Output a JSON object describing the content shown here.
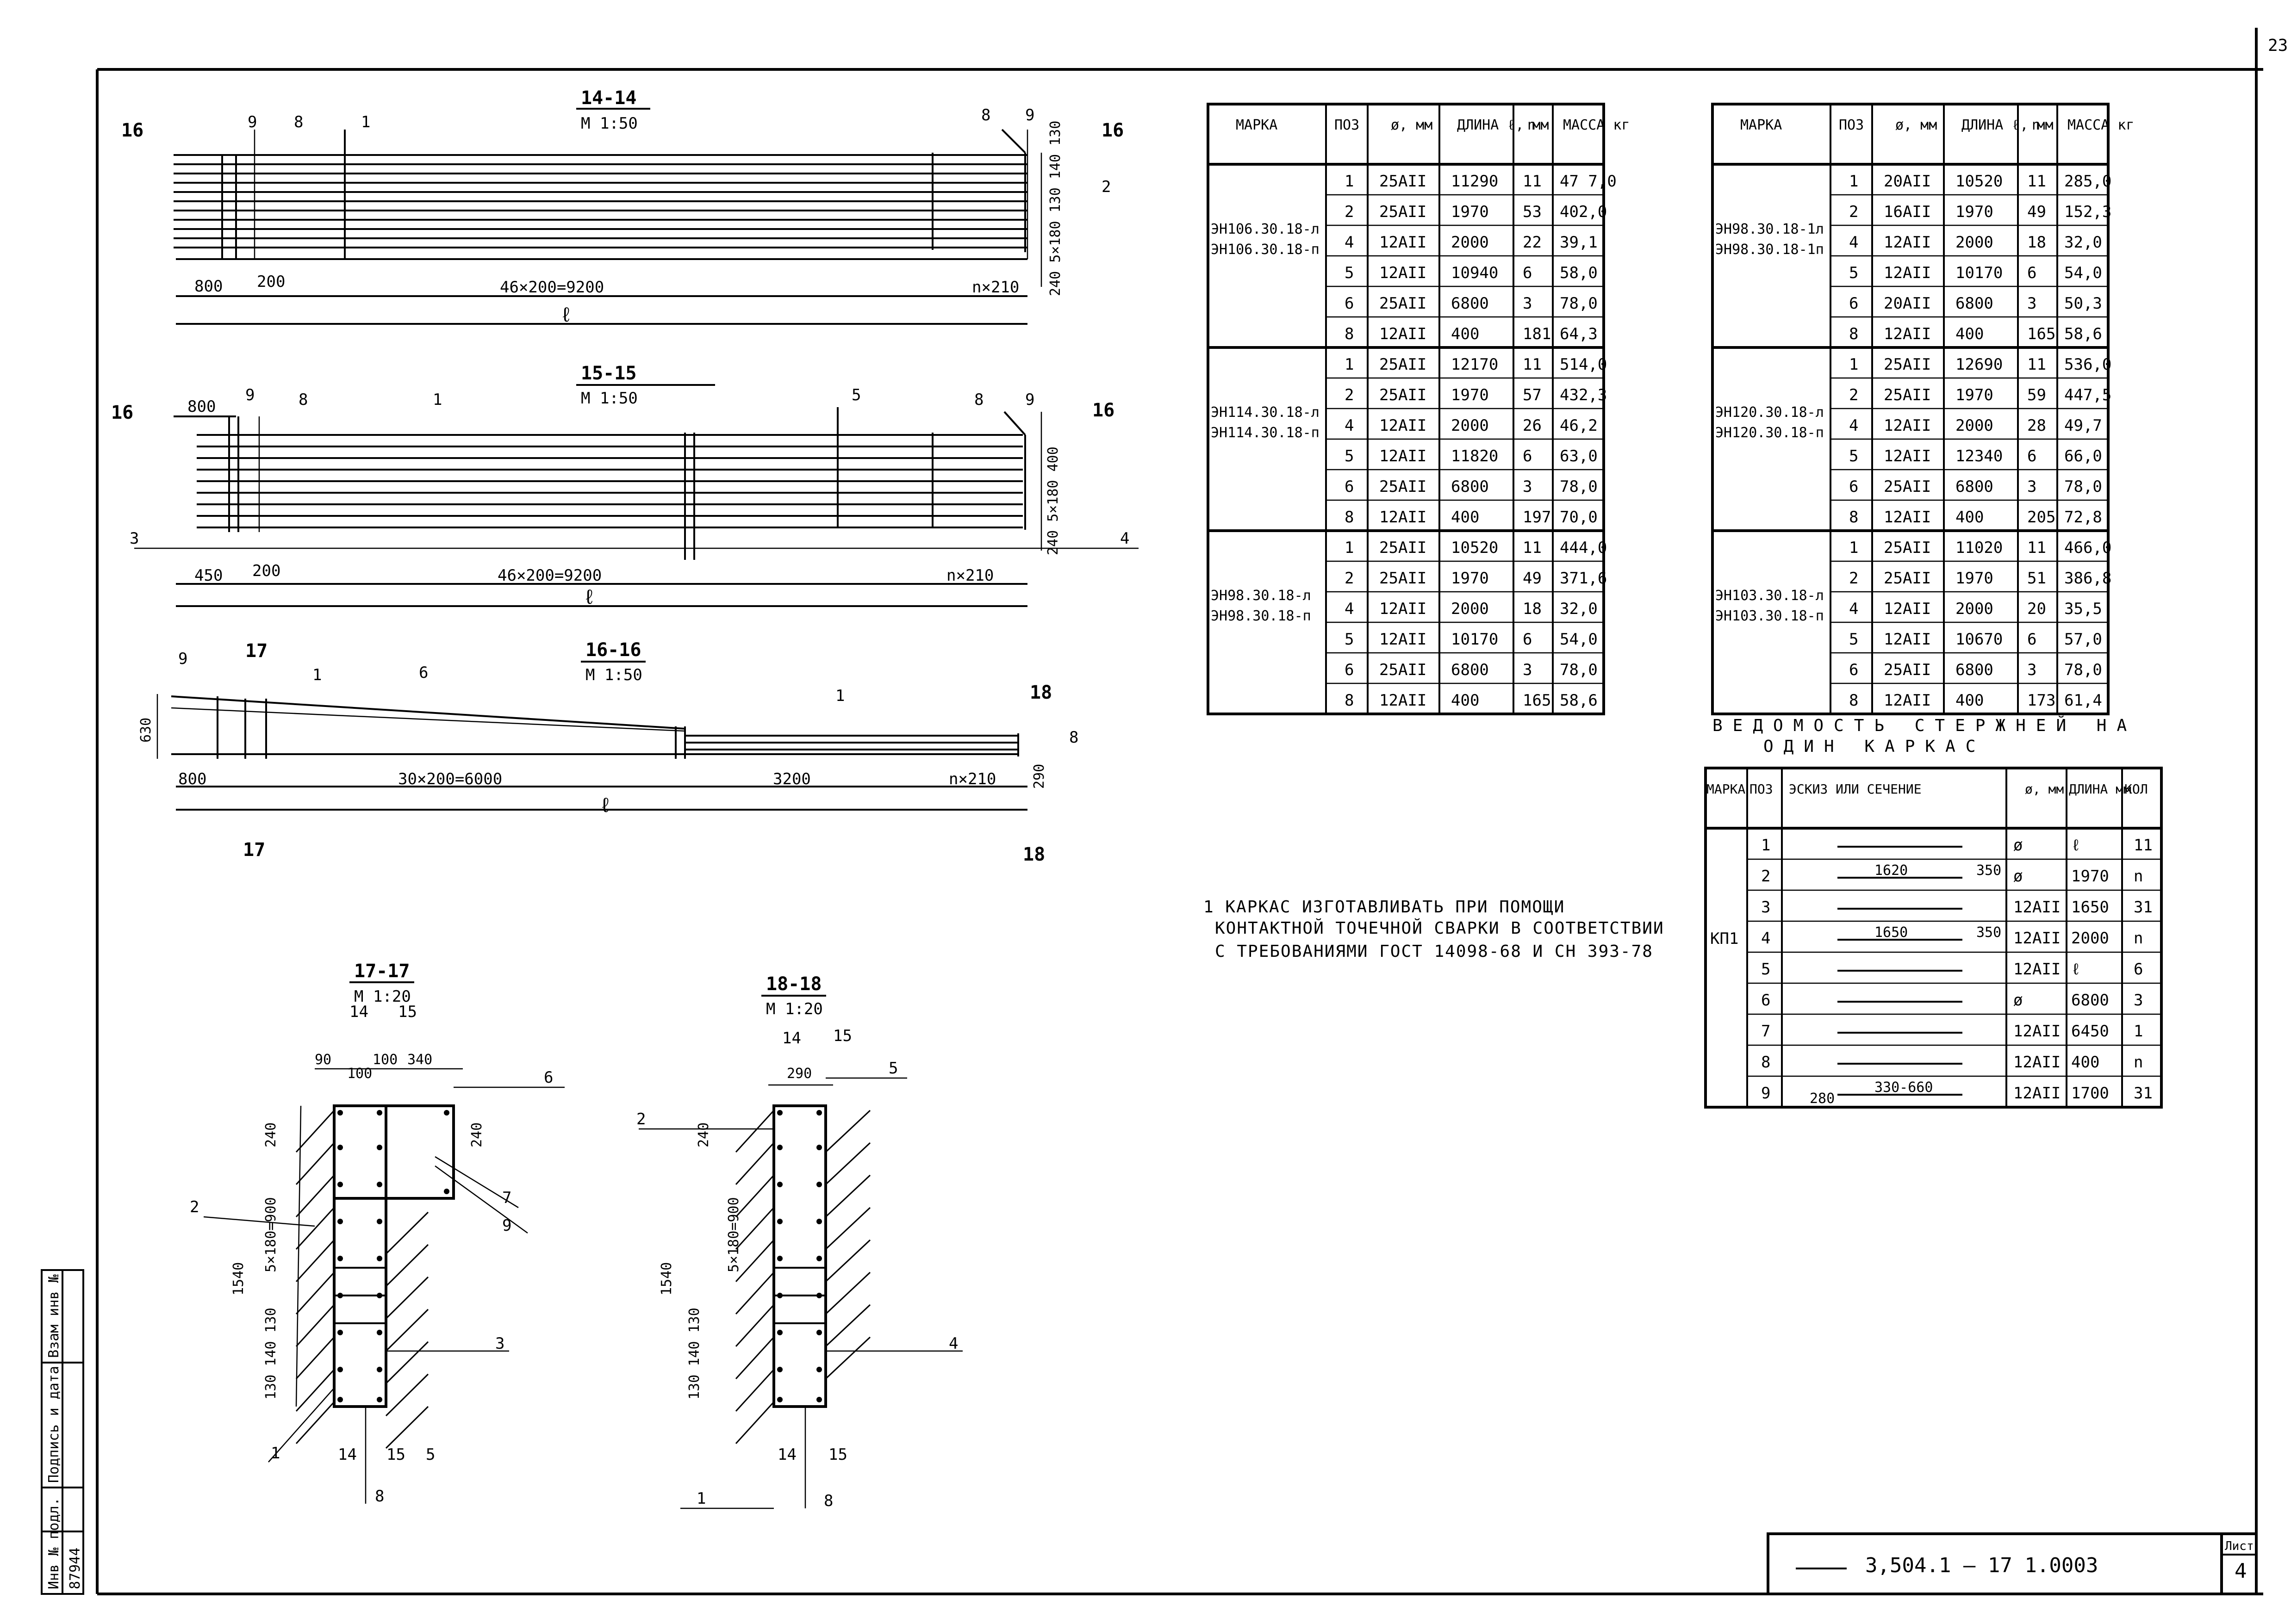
{
  "sheet_corner": "23",
  "title_block": {
    "code": "3,504.1 — 17 1.0003",
    "sheet_label": "Лист",
    "sheet_no": "4"
  },
  "side_stamp": {
    "inv_label": "Инв № подл.",
    "sign_label": "Подпись и дата",
    "swap_label": "Взам инв №",
    "inv_no": "87944"
  },
  "sections": {
    "s14": {
      "title": "14-14",
      "scale": "М 1:50",
      "dim_left": "800",
      "dim_200": "200",
      "dim_mid": "46×200=9200",
      "dim_right": "n×210",
      "ell": "ℓ",
      "vdims": "240 5×180 130 140 130",
      "cut": "16"
    },
    "s15": {
      "title": "15-15",
      "scale": "М 1:50",
      "dim_800": "800",
      "dim_left": "450",
      "dim_200": "200",
      "dim_mid": "46×200=9200",
      "dim_right": "n×210",
      "ell": "ℓ",
      "vdims": "240 5×180 400",
      "cut": "16",
      "lbl3": "3",
      "lbl4": "4"
    },
    "s16": {
      "title": "16-16",
      "scale": "М 1:50",
      "dim_left": "800",
      "dim_mid": "30×200=6000",
      "dim_3200": "3200",
      "dim_right": "n×210",
      "ell": "ℓ",
      "v630": "630",
      "v290": "290",
      "cut17": "17",
      "cut18": "18"
    },
    "s17": {
      "title": "17-17",
      "scale": "М 1:20",
      "d90": "90",
      "d100": "100",
      "d340": "340",
      "d100b": "100",
      "d240": "240",
      "d240r": "240",
      "d1540": "1540",
      "d900": "5×180=900",
      "d130": "130 140 130",
      "c14": "14",
      "c15": "15"
    },
    "s18": {
      "title": "18-18",
      "scale": "М 1:20",
      "d290": "290",
      "d240": "240",
      "d1540": "1540",
      "d900": "5×180=900",
      "d130": "130 140 130",
      "c14": "14",
      "c15": "15"
    }
  },
  "position_marks": [
    "1",
    "2",
    "3",
    "4",
    "5",
    "6",
    "7",
    "8",
    "9"
  ],
  "table_left": {
    "headers": [
      "МАРКА",
      "ПОЗ",
      "ø, мм",
      "ДЛИНА ℓ, мм",
      "n",
      "МАССА кг"
    ],
    "groups": [
      {
        "marks": [
          "ЭН106.30.18-л",
          "ЭН106.30.18-п"
        ],
        "rows": [
          [
            "1",
            "25АII",
            "11290",
            "11",
            "47 7,0"
          ],
          [
            "2",
            "25АII",
            "1970",
            "53",
            "402,0"
          ],
          [
            "4",
            "12АII",
            "2000",
            "22",
            "39,1"
          ],
          [
            "5",
            "12АII",
            "10940",
            "6",
            "58,0"
          ],
          [
            "6",
            "25АII",
            "6800",
            "3",
            "78,0"
          ],
          [
            "8",
            "12АII",
            "400",
            "181",
            "64,3"
          ]
        ]
      },
      {
        "marks": [
          "ЭН114.30.18-л",
          "ЭН114.30.18-п"
        ],
        "rows": [
          [
            "1",
            "25АII",
            "12170",
            "11",
            "514,0"
          ],
          [
            "2",
            "25АII",
            "1970",
            "57",
            "432,3"
          ],
          [
            "4",
            "12АII",
            "2000",
            "26",
            "46,2"
          ],
          [
            "5",
            "12АII",
            "11820",
            "6",
            "63,0"
          ],
          [
            "6",
            "25АII",
            "6800",
            "3",
            "78,0"
          ],
          [
            "8",
            "12АII",
            "400",
            "197",
            "70,0"
          ]
        ]
      },
      {
        "marks": [
          "ЭН98.30.18-л",
          "ЭН98.30.18-п"
        ],
        "rows": [
          [
            "1",
            "25АII",
            "10520",
            "11",
            "444,0"
          ],
          [
            "2",
            "25АII",
            "1970",
            "49",
            "371,6"
          ],
          [
            "4",
            "12АII",
            "2000",
            "18",
            "32,0"
          ],
          [
            "5",
            "12АII",
            "10170",
            "6",
            "54,0"
          ],
          [
            "6",
            "25АII",
            "6800",
            "3",
            "78,0"
          ],
          [
            "8",
            "12АII",
            "400",
            "165",
            "58,6"
          ]
        ]
      }
    ]
  },
  "table_right": {
    "headers": [
      "МАРКА",
      "ПОЗ",
      "ø, мм",
      "ДЛИНА ℓ, мм",
      "n",
      "МАССА кг"
    ],
    "groups": [
      {
        "marks": [
          "ЭН98.30.18-1л",
          "ЭН98.30.18-1п"
        ],
        "rows": [
          [
            "1",
            "20АII",
            "10520",
            "11",
            "285,0"
          ],
          [
            "2",
            "16АII",
            "1970",
            "49",
            "152,3"
          ],
          [
            "4",
            "12АII",
            "2000",
            "18",
            "32,0"
          ],
          [
            "5",
            "12АII",
            "10170",
            "6",
            "54,0"
          ],
          [
            "6",
            "20АII",
            "6800",
            "3",
            "50,3"
          ],
          [
            "8",
            "12АII",
            "400",
            "165",
            "58,6"
          ]
        ]
      },
      {
        "marks": [
          "ЭН120.30.18-л",
          "ЭН120.30.18-п"
        ],
        "rows": [
          [
            "1",
            "25АII",
            "12690",
            "11",
            "536,0"
          ],
          [
            "2",
            "25АII",
            "1970",
            "59",
            "447,5"
          ],
          [
            "4",
            "12АII",
            "2000",
            "28",
            "49,7"
          ],
          [
            "5",
            "12АII",
            "12340",
            "6",
            "66,0"
          ],
          [
            "6",
            "25АII",
            "6800",
            "3",
            "78,0"
          ],
          [
            "8",
            "12АII",
            "400",
            "205",
            "72,8"
          ]
        ]
      },
      {
        "marks": [
          "ЭН103.30.18-л",
          "ЭН103.30.18-п"
        ],
        "rows": [
          [
            "1",
            "25АII",
            "11020",
            "11",
            "466,0"
          ],
          [
            "2",
            "25АII",
            "1970",
            "51",
            "386,8"
          ],
          [
            "4",
            "12АII",
            "2000",
            "20",
            "35,5"
          ],
          [
            "5",
            "12АII",
            "10670",
            "6",
            "57,0"
          ],
          [
            "6",
            "25АII",
            "6800",
            "3",
            "78,0"
          ],
          [
            "8",
            "12АII",
            "400",
            "173",
            "61,4"
          ]
        ]
      }
    ]
  },
  "bar_table": {
    "title_line1": "ВЕДОМОСТЬ СТЕРЖНЕЙ НА",
    "title_line2": "ОДИН КАРКАС",
    "headers": [
      "МАРКА",
      "ПОЗ",
      "ЭСКИЗ ИЛИ СЕЧЕНИЕ",
      "ø, мм",
      "ДЛИНА мм",
      "КОЛ"
    ],
    "mark": "КП1",
    "rows": [
      {
        "pos": "1",
        "sketch": "",
        "d": "ø",
        "len": "ℓ",
        "qty": "11"
      },
      {
        "pos": "2",
        "sketch": "1620",
        "sketch2": "350",
        "d": "ø",
        "len": "1970",
        "qty": "n"
      },
      {
        "pos": "3",
        "sketch": "",
        "d": "12АII",
        "len": "1650",
        "qty": "31"
      },
      {
        "pos": "4",
        "sketch": "1650",
        "sketch2": "350",
        "d": "12АII",
        "len": "2000",
        "qty": "n"
      },
      {
        "pos": "5",
        "sketch": "",
        "d": "12АII",
        "len": "ℓ",
        "qty": "6"
      },
      {
        "pos": "6",
        "sketch": "",
        "d": "ø",
        "len": "6800",
        "qty": "3"
      },
      {
        "pos": "7",
        "sketch": "",
        "d": "12АII",
        "len": "6450",
        "qty": "1"
      },
      {
        "pos": "8",
        "sketch": "",
        "d": "12АII",
        "len": "400",
        "qty": "n"
      },
      {
        "pos": "9",
        "sketch": "330-660",
        "sketch2": "280",
        "d": "12АII",
        "len": "1700",
        "qty": "31"
      }
    ]
  },
  "note": {
    "line1": "1 КАРКАС ИЗГОТАВЛИВАТЬ ПРИ ПОМОЩИ",
    "line2": "КОНТАКТНОЙ ТОЧЕЧНОЙ СВАРКИ В СООТВЕТСТВИИ",
    "line3": "С ТРЕБОВАНИЯМИ ГОСТ 14098-68 И СН 393-78"
  }
}
